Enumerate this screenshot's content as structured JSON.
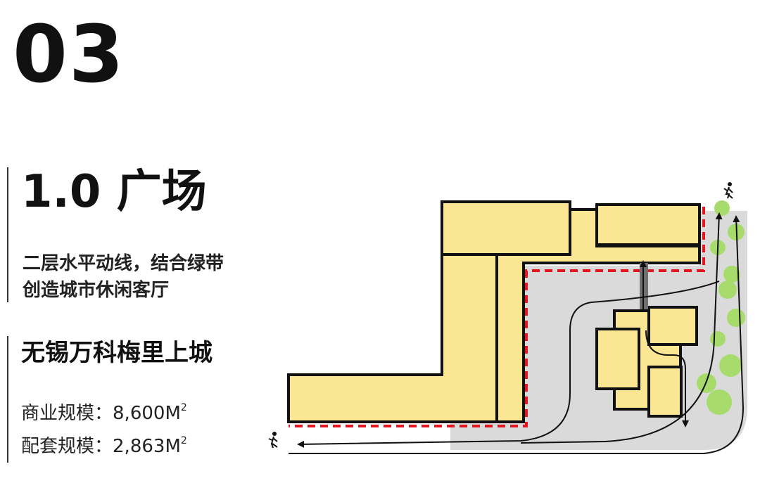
{
  "section_number": "03",
  "heading": "1.0 广场",
  "description_lines": [
    "二层水平动线，结合绿带",
    "创造城市休闲客厅"
  ],
  "project_name": "无锡万科梅里上城",
  "stats": [
    {
      "label": "商业规模：",
      "value": "8,600M",
      "sup": "2"
    },
    {
      "label": "配套规模：",
      "value": "2,863M",
      "sup": "2"
    }
  ],
  "colors": {
    "building_fill": "#fbe694",
    "outline": "#111111",
    "plaza": "#dadada",
    "tree": "#a7dc6c",
    "red_dash": "#e3161f",
    "elevated_path": "#6f6f6f"
  },
  "icons": [
    "pedestrian-icon",
    "pedestrian-icon"
  ]
}
